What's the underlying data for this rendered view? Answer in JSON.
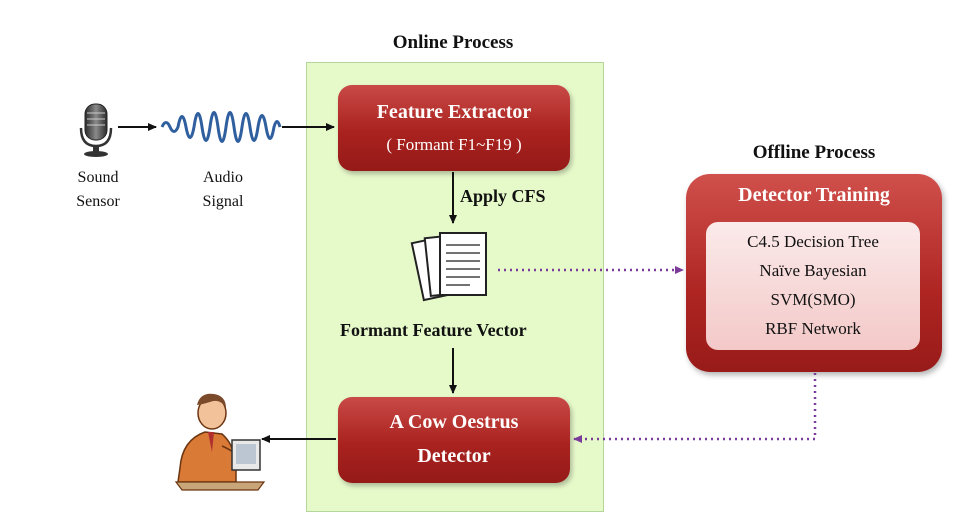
{
  "online_process": {
    "title": "Online Process",
    "feature_extractor": {
      "line1": "Feature Extractor",
      "line2": "( Formant F1~F19 )"
    },
    "apply_label": "Apply  CFS",
    "vector_label": "Formant Feature Vector",
    "detector": {
      "line1": "A Cow Oestrus",
      "line2": "Detector"
    }
  },
  "offline_process": {
    "title": "Offline Process",
    "training_title": "Detector Training",
    "algorithms": [
      "C4.5 Decision  Tree",
      "Naïve Bayesian",
      "SVM(SMO)",
      "RBF Network"
    ]
  },
  "inputs": {
    "sensor_label": [
      "Sound",
      "Sensor"
    ],
    "signal_label": [
      "Audio",
      "Signal"
    ]
  },
  "colors": {
    "process_box": "#a9221f",
    "online_panel": "#e6f9c9",
    "dotted_arrow": "#7a3b9a",
    "signal_wave": "#2f5f9e"
  },
  "icons": [
    "microphone-icon",
    "audio-wave-icon",
    "documents-icon",
    "person-at-computer-icon"
  ]
}
